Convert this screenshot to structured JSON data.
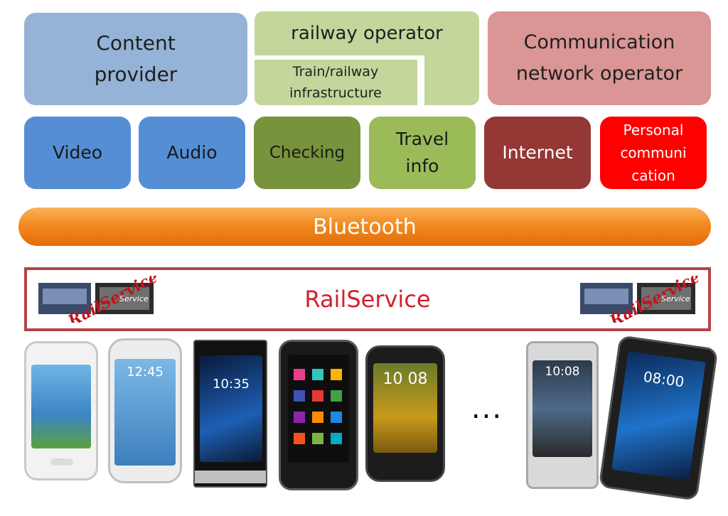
{
  "top_row": {
    "content_provider": "Content\nprovider",
    "railway_operator": "railway operator",
    "train_infrastructure": "Train/railway\ninfrastructure",
    "communication_operator": "Communication\nnetwork operator"
  },
  "services": {
    "video": "Video",
    "audio": "Audio",
    "checking": "Checking",
    "travel_info": "Travel\ninfo",
    "internet": "Internet",
    "personal_communication": "Personal\ncommuni\ncation"
  },
  "bluetooth": "Bluetooth",
  "railservice": {
    "label": "RailService",
    "logo_text_main": "RailService",
    "logo_text_small": "Service"
  },
  "phones": {
    "times": [
      "12:45",
      "10:35",
      "10 08",
      "10:08",
      "08:00"
    ],
    "ellipsis": "..."
  },
  "colors": {
    "content_provider": "#95b3d7",
    "railway_operator": "#c3d69b",
    "communication_operator": "#d99694",
    "video_audio": "#558ed5",
    "checking": "#77933c",
    "travel_info": "#9bbb59",
    "internet": "#953735",
    "personal": "#ff0000",
    "bluetooth": "#e46c0a",
    "railservice_border": "#b3444a",
    "railservice_text": "#d4202a"
  }
}
